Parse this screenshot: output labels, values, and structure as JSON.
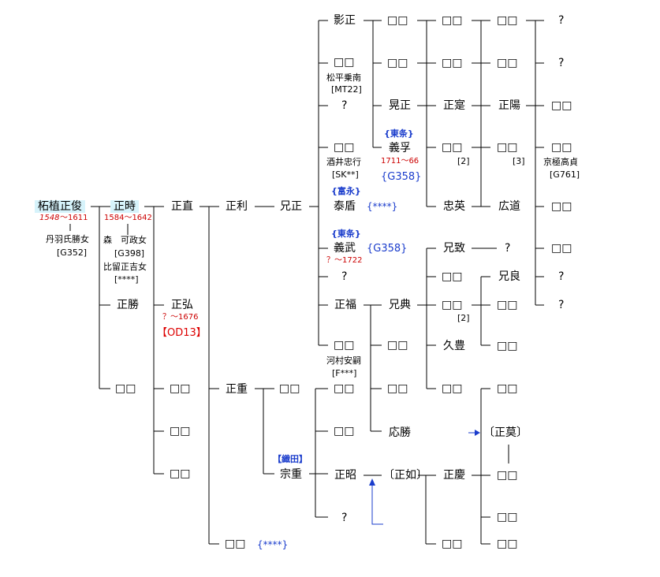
{
  "unknown_box": "□□",
  "unknown": "?",
  "gen1": {
    "name": "柘植正俊",
    "birth": "1548",
    "death": "〜1611",
    "wife_name": "丹羽氏勝女",
    "wife_ref": "[G352]"
  },
  "gen2": {
    "heir": "正時",
    "heir_dates": "1584〜1642",
    "heir_wife1": "森　可政女",
    "heir_wife1_ref": "[G398]",
    "heir_wife2": "比留正吉女",
    "heir_wife2_ref": "[****]",
    "second": "正勝"
  },
  "gen3": {
    "main": "正直",
    "masahiro": "正弘",
    "masahiro_dates": "？〜1676",
    "masahiro_ref": "【OD13】"
  },
  "gen4": {
    "masatoshi": "正利",
    "masashige": "正重",
    "bottom_ref": "{****}"
  },
  "gen5": {
    "kyomasa": "兄正",
    "munashige_clan": "【織田】",
    "munashige": "宗重"
  },
  "gen6": {
    "kagemasa": "影正",
    "matsudaira": "松平乗南",
    "matsudaira_ref": "[MT22]",
    "sakai": "酒井忠行",
    "sakai_ref": "[SK**]",
    "tominaga_clan": "{富永}",
    "tominaga": "泰盾",
    "tominaga_ref": "{****}",
    "tojo_clan": "{東条}",
    "yoshitake": "義武",
    "yoshitake_ref": "{G358}",
    "yoshitake_dates": "？〜1722",
    "masatomi": "正福",
    "kawamura": "河村安嗣",
    "kawamura_ref": "[F***]",
    "masaaki": "正昭"
  },
  "gen7": {
    "akimasa": "晃正",
    "tojo_clan": "{東条}",
    "yoshisuke": "義孚",
    "yoshisuke_dates": "1711〜66",
    "yoshisuke_ref": "{G358}",
    "kyoten": "兄典",
    "okatsu": "応勝",
    "masayuki": "〔正如〕"
  },
  "gen8": {
    "masayasu": "正寔",
    "note2": "[2]",
    "tadahide": "忠英",
    "kyochi": "兄致",
    "hisatoyo": "久豊",
    "masayoshi": "正慶"
  },
  "gen9": {
    "masaharu": "正陽",
    "note3": "[3]",
    "hiromichi": "広道",
    "kyoryo": "兄良",
    "masamo": "〔正莫〕"
  },
  "gen10": {
    "kyogoku": "京極高貞",
    "kyogoku_ref": "[G761]"
  },
  "colors": {
    "line": "#000000",
    "arrow": "#1a3ccc",
    "highlight": "#d6f3fb",
    "dates": "#cc0000",
    "blue": "#1a3ccc"
  }
}
